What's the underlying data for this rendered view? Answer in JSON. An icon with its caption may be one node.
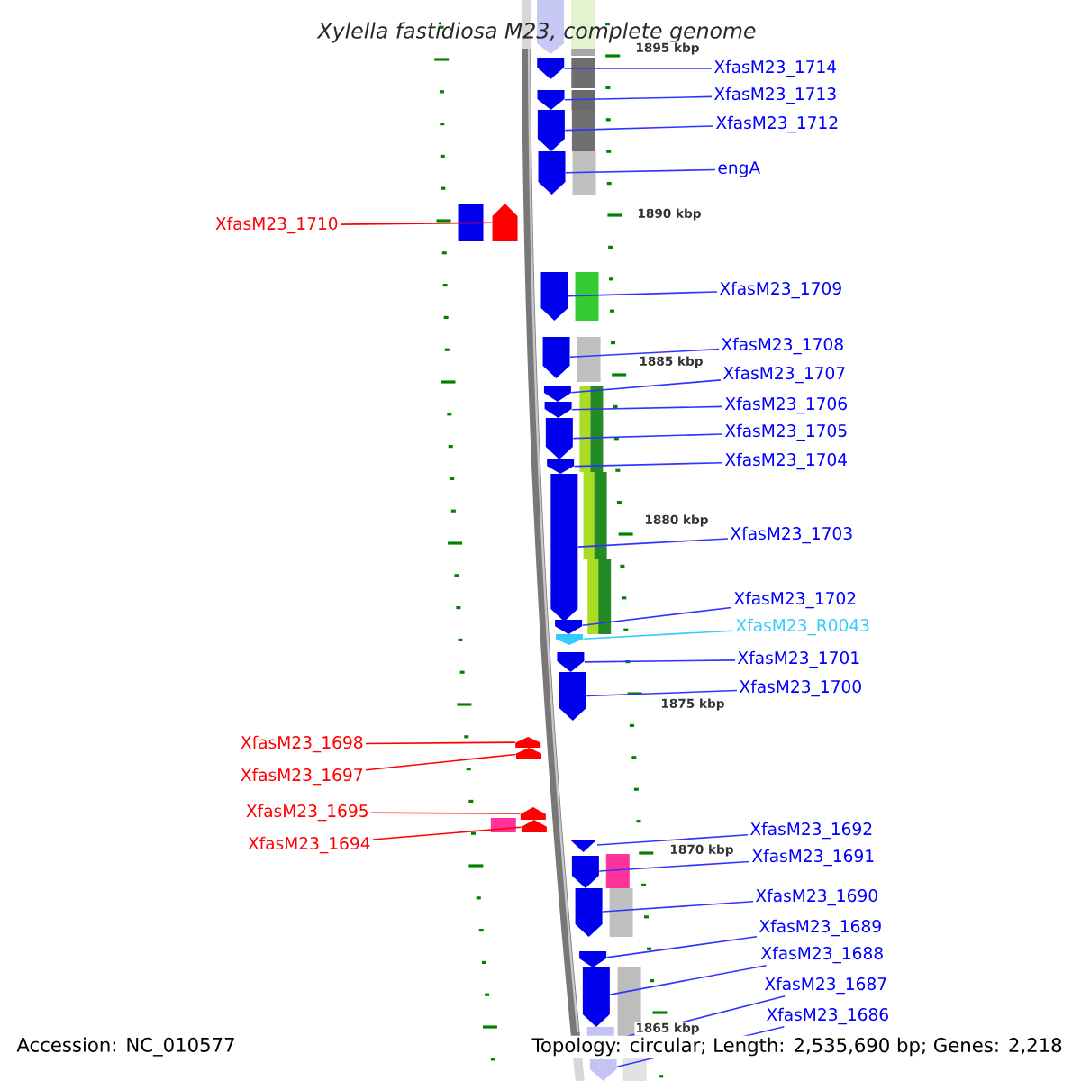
{
  "diagram": {
    "title": "*Xylella fastidiosa* M23, complete genome",
    "nodes": [
      {
        "text": [
          "XfasM23_1714"
        ]
      },
      {
        "text": [],
        "shape": "arrow"
      },
      {
        "text": [
          "XfasM23_1713"
        ]
      },
      {
        "text": [],
        "shape": "arrow"
      },
      {
        "text": [
          "XfasM23_1712"
        ]
      },
      {
        "text": [],
        "shape": "arrow"
      },
      {
        "text": [
          "engA"
        ]
      },
      {
        "text": [],
        "shape": "arrow"
      },
      {
        "text": [
          "XfasM23_1710"
        ]
      },
      {
        "text": [],
        "shape": "arrow"
      },
      {
        "text": [
          "XfasM23_1709"
        ]
      },
      {
        "text": [],
        "shape": "arrow"
      },
      {
        "text": [
          "XfasM23_1708"
        ]
      },
      {
        "text": [],
        "shape": "arrow"
      },
      {
        "text": [
          "XfasM23_1707"
        ]
      },
      {
        "text": [],
        "shape": "arrow"
      },
      {
        "text": [
          "XfasM23_1706"
        ]
      },
      {
        "text": [],
        "shape": "arrow"
      },
      {
        "text": [
          "XfasM23_1705"
        ]
      },
      {
        "text": [],
        "shape": "arrow"
      },
      {
        "text": [
          "XfasM23_1704"
        ]
      },
      {
        "text": [],
        "shape": "arrow"
      },
      {
        "text": [
          "XfasM23_1703"
        ]
      },
      {
        "text": [],
        "shape": "arrow"
      },
      {
        "text": [
          "XfasM23_1702"
        ]
      },
      {
        "text": [],
        "shape": "arrow"
      },
      {
        "text": [
          "XfasM23_R0043"
        ]
      },
      {
        "text": [],
        "shape": "arrow"
      },
      {
        "text": [
          "XfasM23_1701"
        ]
      },
      {
        "text": [],
        "shape": "arrow"
      },
      {
        "text": [
          "XfasM23_1700"
        ]
      },
      {
        "text": [],
        "shape": "arrow"
      },
      {
        "text": [
          "XfasM23_1698"
        ]
      },
      {
        "text": [],
        "shape": "arrow"
      },
      {
        "text": [
          "XfasM23_1697"
        ]
      },
      {
        "text": [],
        "shape": "arrow"
      },
      {
        "text": [
          "XfasM23_1695"
        ]
      },
      {
        "text": [],
        "shape": "arrow"
      },
      {
        "text": [
          "XfasM23_1694"
        ]
      },
      {
        "text": [],
        "shape": "arrow"
      },
      {
        "text": [
          "XfasM23_1692"
        ]
      },
      {
        "text": [],
        "shape": "triangle"
      },
      {
        "text": [
          "XfasM23_1691"
        ]
      },
      {
        "text": [],
        "shape": "arrow"
      },
      {
        "text": [
          "XfasM23_1690"
        ]
      },
      {
        "text": [],
        "shape": "arrow"
      },
      {
        "text": [
          "XfasM23_1689"
        ]
      },
      {
        "text": [],
        "shape": "arrow"
      },
      {
        "text": [
          "XfasM23_1688"
        ]
      },
      {
        "text": [],
        "shape": "arrow"
      },
      {
        "text": [
          "XfasM23_1687"
        ]
      },
      {
        "text": [],
        "shape": "arrow"
      },
      {
        "text": [
          "XfasM23_1686"
        ]
      },
      {
        "text": [],
        "shape": "arrow"
      }
    ],
    "edges": [
      {
        "from": 0,
        "to": 1,
        "arrow": "none"
      },
      {
        "from": 2,
        "to": 3,
        "arrow": "none"
      },
      {
        "from": 4,
        "to": 5,
        "arrow": "none"
      },
      {
        "from": 6,
        "to": 7,
        "arrow": "none"
      },
      {
        "from": 8,
        "to": 9,
        "arrow": "none",
        "color": "#ff0000"
      },
      {
        "from": 10,
        "to": 11,
        "arrow": "none"
      },
      {
        "from": 12,
        "to": 13,
        "arrow": "none"
      },
      {
        "from": 14,
        "to": 15,
        "arrow": "none"
      },
      {
        "from": 16,
        "to": 17,
        "arrow": "none"
      },
      {
        "from": 18,
        "to": 19,
        "arrow": "none"
      },
      {
        "from": 20,
        "to": 21,
        "arrow": "none"
      },
      {
        "from": 22,
        "to": 23,
        "arrow": "none"
      },
      {
        "from": 24,
        "to": 25,
        "arrow": "none"
      },
      {
        "from": 26,
        "to": 27,
        "arrow": "none",
        "color": "#33ccff"
      },
      {
        "from": 28,
        "to": 29,
        "arrow": "none"
      },
      {
        "from": 30,
        "to": 31,
        "arrow": "none"
      },
      {
        "from": 32,
        "to": 33,
        "arrow": "none",
        "color": "#ff0000"
      },
      {
        "from": 34,
        "to": 35,
        "arrow": "none",
        "color": "#ff0000"
      },
      {
        "from": 36,
        "to": 37,
        "arrow": "none",
        "color": "#ff0000"
      },
      {
        "from": 38,
        "to": 39,
        "arrow": "none",
        "color": "#ff0000"
      },
      {
        "from": 40,
        "to": 41,
        "arrow": "none"
      },
      {
        "from": 42,
        "to": 43,
        "arrow": "none"
      },
      {
        "from": 44,
        "to": 45,
        "arrow": "none"
      },
      {
        "from": 46,
        "to": 47,
        "arrow": "none"
      },
      {
        "from": 48,
        "to": 49,
        "arrow": "none"
      },
      {
        "from": 50,
        "to": 51,
        "arrow": "none"
      },
      {
        "from": 52,
        "to": 53,
        "arrow": "none"
      }
    ],
    "labels": [
      "1895 kbp",
      "1890 kbp",
      "1885 kbp",
      "1880 kbp",
      "1875 kbp",
      "1870 kbp",
      "1865 kbp",
      "Accession: NC_010577",
      "Topology: circular; Length: 2,535,690 bp; Genes: 2,218"
    ]
  }
}
